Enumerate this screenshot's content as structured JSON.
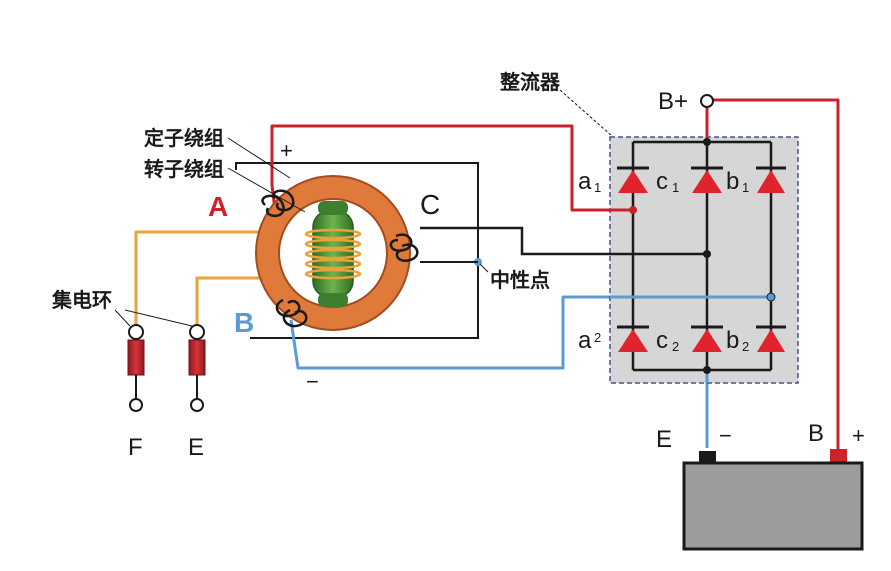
{
  "labels": {
    "rectifier": "整流器",
    "stator_winding": "定子绕组",
    "rotor_winding": "转子绕组",
    "slip_ring": "集电环",
    "neutral_point": "中性点",
    "phase_a": "A",
    "phase_b": "B",
    "phase_c": "C",
    "stator_plus": "+",
    "stator_minus": "−",
    "terminal_bplus": "B+",
    "terminal_f": "F",
    "terminal_e": "E",
    "battery_e": "E",
    "battery_minus": "−",
    "battery_b": "B",
    "battery_plus": "+",
    "diode_a1": "a",
    "diode_a1_sub": "1",
    "diode_c1": "c",
    "diode_c1_sub": "1",
    "diode_b1": "b",
    "diode_b1_sub": "1",
    "diode_a2": "a",
    "diode_a2_sub": "2",
    "diode_c2": "c",
    "diode_c2_sub": "2",
    "diode_b2": "b",
    "diode_b2_sub": "2"
  },
  "colors": {
    "wire_red": "#c8222a",
    "wire_blue": "#5b9bd5",
    "wire_orange": "#e8a33a",
    "wire_black": "#1a1a1a",
    "stator_ring": "#e07a3a",
    "rotor_core": "#4f9a3a",
    "diode_red": "#e0242e",
    "rectifier_box": "#d4d4d4",
    "battery_body": "#9c9c9c",
    "label_red": "#d0202a",
    "label_blue": "#5b9bd5"
  }
}
